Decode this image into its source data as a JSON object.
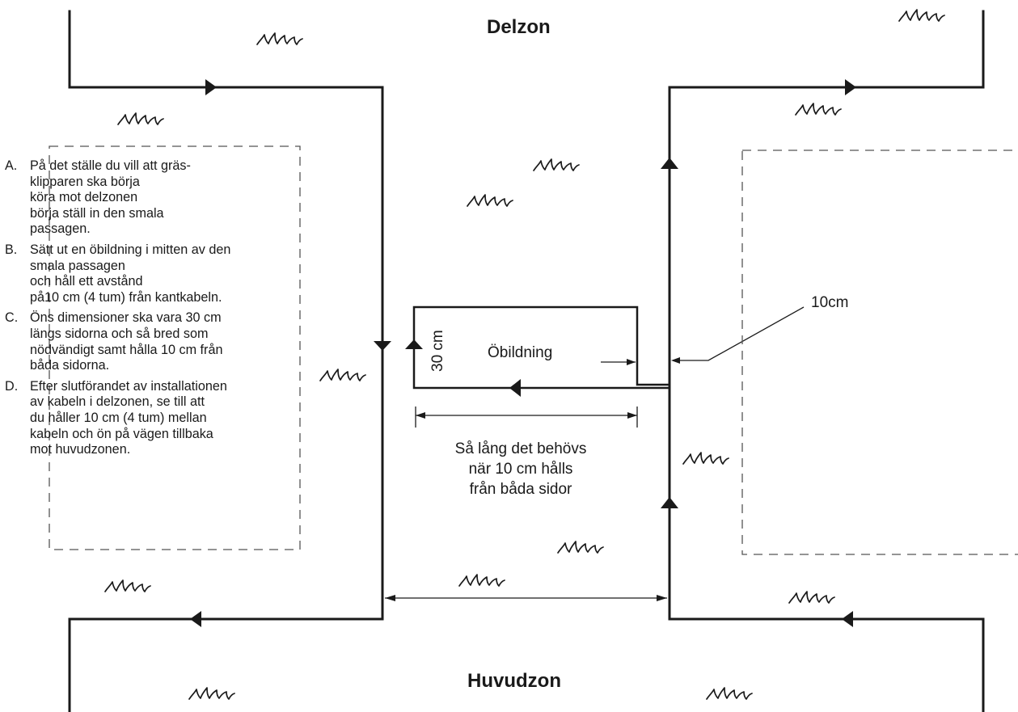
{
  "zones": {
    "top": "Delzon",
    "bottom": "Huvudzon"
  },
  "island": {
    "label": "Öbildning",
    "height_label": "30 cm"
  },
  "gap_label": "10cm",
  "length_note": [
    "Så lång det behövs",
    "när 10 cm hålls",
    "från båda sidor"
  ],
  "instructions": [
    {
      "letter": "A.",
      "lines": [
        "På det ställe du vill att gräs-",
        "klipparen ska börja",
        "köra mot delzonen",
        "börja ställ in den smala",
        "passagen."
      ]
    },
    {
      "letter": "B.",
      "lines": [
        "Sätt ut en öbildning i mitten av den",
        "smala passagen",
        "och håll ett avstånd",
        "på10 cm (4 tum) från kantkabeln."
      ]
    },
    {
      "letter": "C.",
      "lines": [
        "Öns dimensioner ska vara 30 cm",
        "längs sidorna och så bred som",
        "nödvändigt samt hålla 10 cm från",
        "båda sidorna."
      ]
    },
    {
      "letter": "D.",
      "lines": [
        "Efter slutförandet av installationen",
        "av kabeln i delzonen, se till att",
        "du håller 10 cm (4 tum) mellan",
        "kabeln och ön på vägen tillbaka",
        "mot huvudzonen."
      ]
    }
  ],
  "icons": {
    "grass": "grass-tuft-icon",
    "arrow": "direction-arrow-icon"
  },
  "colors": {
    "line": "#1a1a1a",
    "background": "#ffffff"
  }
}
